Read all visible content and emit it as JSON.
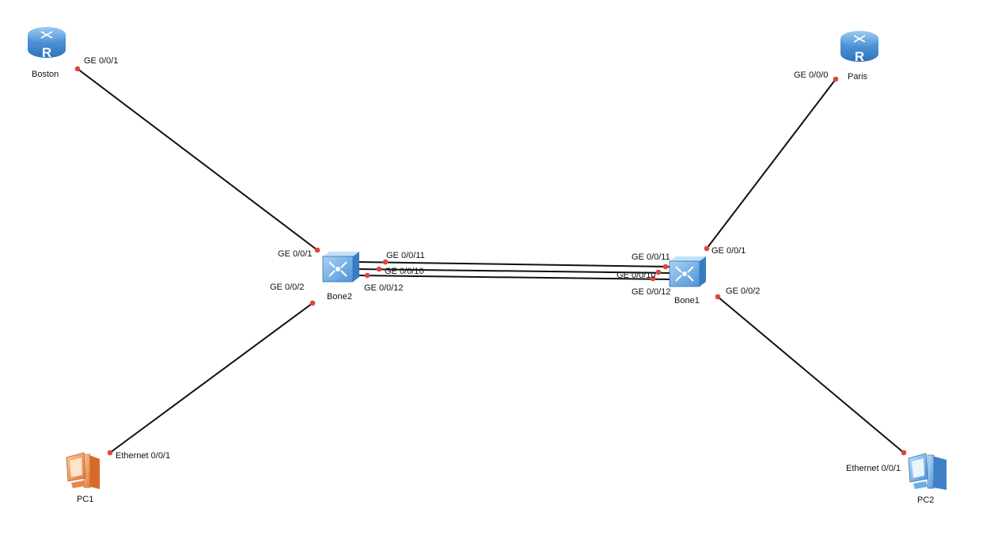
{
  "colors": {
    "link": "#111111",
    "port": "#e0463a",
    "router_fill": "#5fa3df",
    "switch_fill": "#6aaee6",
    "pc1": "#e8864a",
    "pc2": "#5fa3df"
  },
  "devices": {
    "boston": {
      "name": "Boston",
      "type": "router",
      "icon": "router-icon"
    },
    "paris": {
      "name": "Paris",
      "type": "router",
      "icon": "router-icon"
    },
    "bone2": {
      "name": "Bone2",
      "type": "switch",
      "icon": "switch-icon"
    },
    "bone1": {
      "name": "Bone1",
      "type": "switch",
      "icon": "switch-icon"
    },
    "pc1": {
      "name": "PC1",
      "type": "pc",
      "icon": "pc-icon"
    },
    "pc2": {
      "name": "PC2",
      "type": "pc",
      "icon": "pc-icon"
    }
  },
  "links": {
    "boston_bone2": {
      "a_port": "GE 0/0/1",
      "b_port": "GE 0/0/1"
    },
    "paris_bone1": {
      "a_port": "GE 0/0/0",
      "b_port": "GE 0/0/1"
    },
    "pc1_bone2": {
      "a_port": "Ethernet 0/0/1",
      "b_port": "GE 0/0/2"
    },
    "pc2_bone1": {
      "a_port": "Ethernet 0/0/1",
      "b_port": "GE 0/0/2"
    },
    "trunk11": {
      "a_port": "GE 0/0/11",
      "b_port": "GE 0/0/11"
    },
    "trunk10": {
      "a_port": "GE 0/0/10",
      "b_port": "GE 0/0/10"
    },
    "trunk12": {
      "a_port": "GE 0/0/12",
      "b_port": "GE 0/0/12"
    }
  }
}
